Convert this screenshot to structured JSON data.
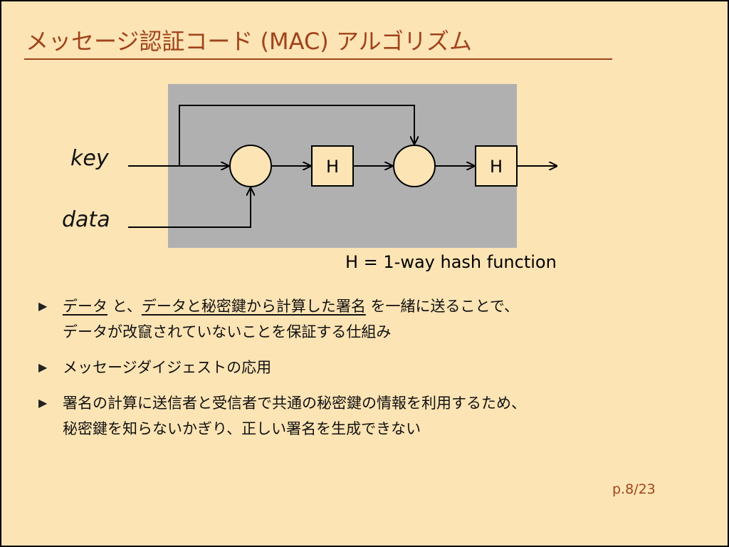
{
  "slide": {
    "title": "メッセージ認証コード (MAC) アルゴリズム",
    "page_number": "p.8/23"
  },
  "diagram": {
    "input_key": "key",
    "input_data": "data",
    "hash_box_1": "H",
    "hash_box_2": "H",
    "caption": "H = 1-way hash function"
  },
  "bullets": [
    {
      "marker": "▶",
      "line1": {
        "u1": "データ",
        "t1": " と、",
        "u2": "データと秘密鍵から計算した署名",
        "t2": " を一緒に送ることで、"
      },
      "line2": "データが改竄されていないことを保証する仕組み"
    },
    {
      "marker": "▶",
      "line1": "メッセージダイジェストの応用"
    },
    {
      "marker": "▶",
      "line1": "署名の計算に送信者と受信者で共通の秘密鍵の情報を利用するため、",
      "line2": "秘密鍵を知らないかぎり、正しい署名を生成できない"
    }
  ],
  "colors": {
    "background": "#fde4b5",
    "title": "#a0431a",
    "diagram_panel": "#b0b0b0",
    "node_fill": "#fde4b5",
    "line": "#000000"
  }
}
